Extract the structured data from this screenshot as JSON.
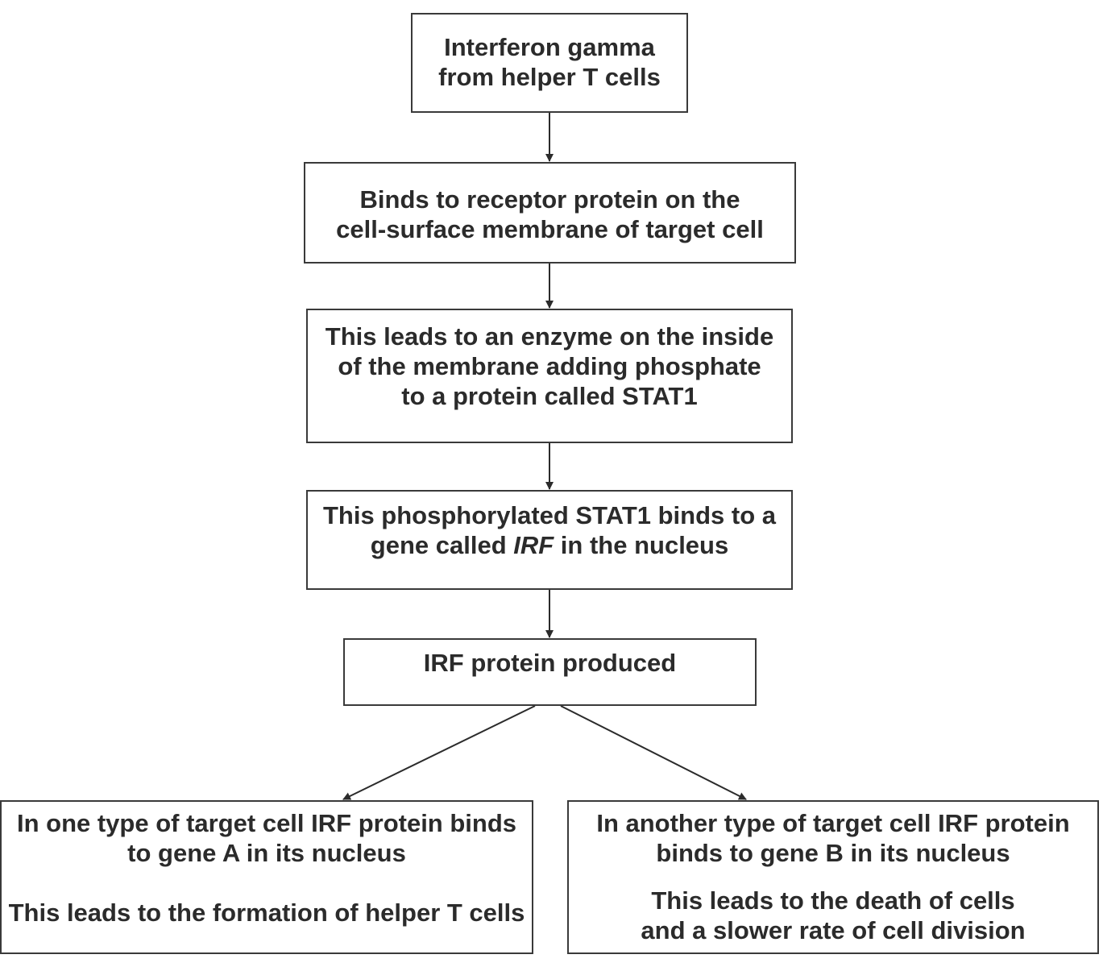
{
  "boxes": {
    "box1": {
      "lines": [
        "Interferon gamma",
        "from helper T cells"
      ]
    },
    "box2": {
      "lines": [
        "Binds to receptor protein on the",
        "cell-surface membrane of target cell"
      ]
    },
    "box3": {
      "lines": [
        "This leads to an enzyme on the inside",
        "of the membrane adding phosphate",
        "to a protein called STAT1"
      ]
    },
    "box4": {
      "line1": "This phosphorylated STAT1 binds to a",
      "line2_before": "gene called ",
      "line2_italic": "IRF",
      "line2_after": " in the nucleus"
    },
    "box5": {
      "lines": [
        "IRF protein produced"
      ]
    },
    "box6": {
      "lines": [
        "In one type of target cell IRF protein binds",
        "to gene A in its nucleus"
      ],
      "outcome": [
        "This leads to the formation of helper T cells"
      ]
    },
    "box7": {
      "lines": [
        "In another type of target cell IRF protein",
        "binds to gene B in its nucleus"
      ],
      "outcome": [
        "This leads to the death of cells",
        "and a slower rate of cell division"
      ]
    }
  }
}
